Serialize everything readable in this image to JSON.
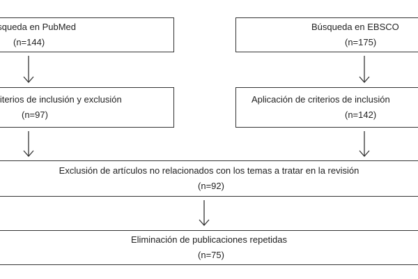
{
  "flow": {
    "pubmed": {
      "text": "úsqueda en PubMed",
      "count": "(n=144)"
    },
    "ebsco": {
      "text": "Búsqueda en EBSCO",
      "count": "(n=175)"
    },
    "left_criteria": {
      "text": "criterios de inclusión y exclusión",
      "count": "(n=97)"
    },
    "right_criteria": {
      "text": "Aplicación de criterios de inclusión",
      "count": "(n=142)"
    },
    "exclusion": {
      "text": "Exclusión de artículos no relacionados con los temas a tratar en la revisión",
      "count": "(n=92)"
    },
    "elimination": {
      "text": "Eliminación de publicaciones repetidas",
      "count": "(n=75)"
    }
  },
  "colors": {
    "stroke": "#333333",
    "text": "#222222",
    "background": "#ffffff"
  }
}
